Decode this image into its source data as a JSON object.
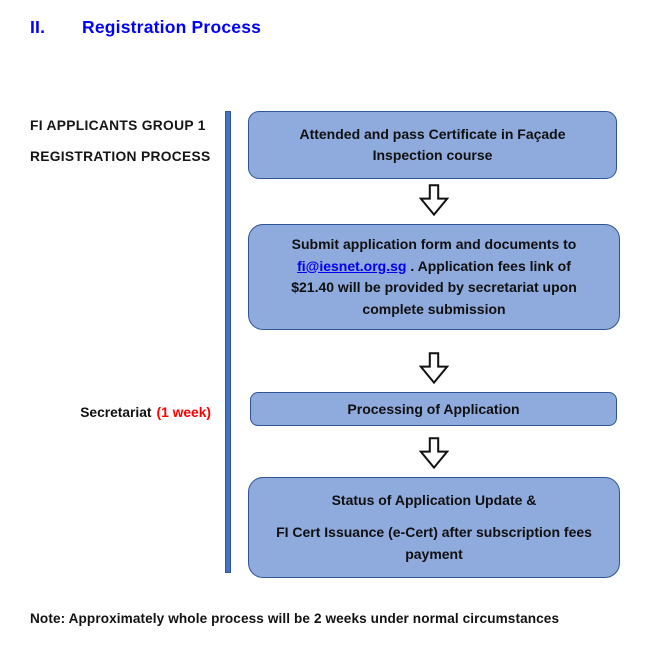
{
  "title": {
    "numeral": "II.",
    "text": "Registration Process"
  },
  "colors": {
    "title_blue": "#0000FF",
    "bar_blue": "#4472C4",
    "box_fill": "#8FAADC",
    "box_border": "#2F5597",
    "link_blue": "#0000EE",
    "duration_red": "#FF0000"
  },
  "left_labels": {
    "line1": "FI APPLICANTS GROUP 1",
    "line2": "REGISTRATION PROCESS"
  },
  "secretariat": {
    "name": "Secretariat",
    "duration": "(1 week)"
  },
  "steps": {
    "step1": {
      "line1": "Attended and pass Certificate in Façade",
      "line2": "Inspection course"
    },
    "step2": {
      "line1": "Submit application form and documents to",
      "email": "fi@iesnet.org.sg",
      "line2_rest": " . Application fees link of",
      "line3": "$21.40 will be provided by secretariat upon",
      "line4": "complete submission"
    },
    "step3": {
      "line1": "Processing of Application"
    },
    "step4": {
      "p1": "Status of Application Update &",
      "p2_line1": "FI Cert Issuance (e-Cert) after subscription fees",
      "p2_line2": "payment"
    }
  },
  "note": "Note: Approximately whole process will be 2 weeks under normal circumstances"
}
